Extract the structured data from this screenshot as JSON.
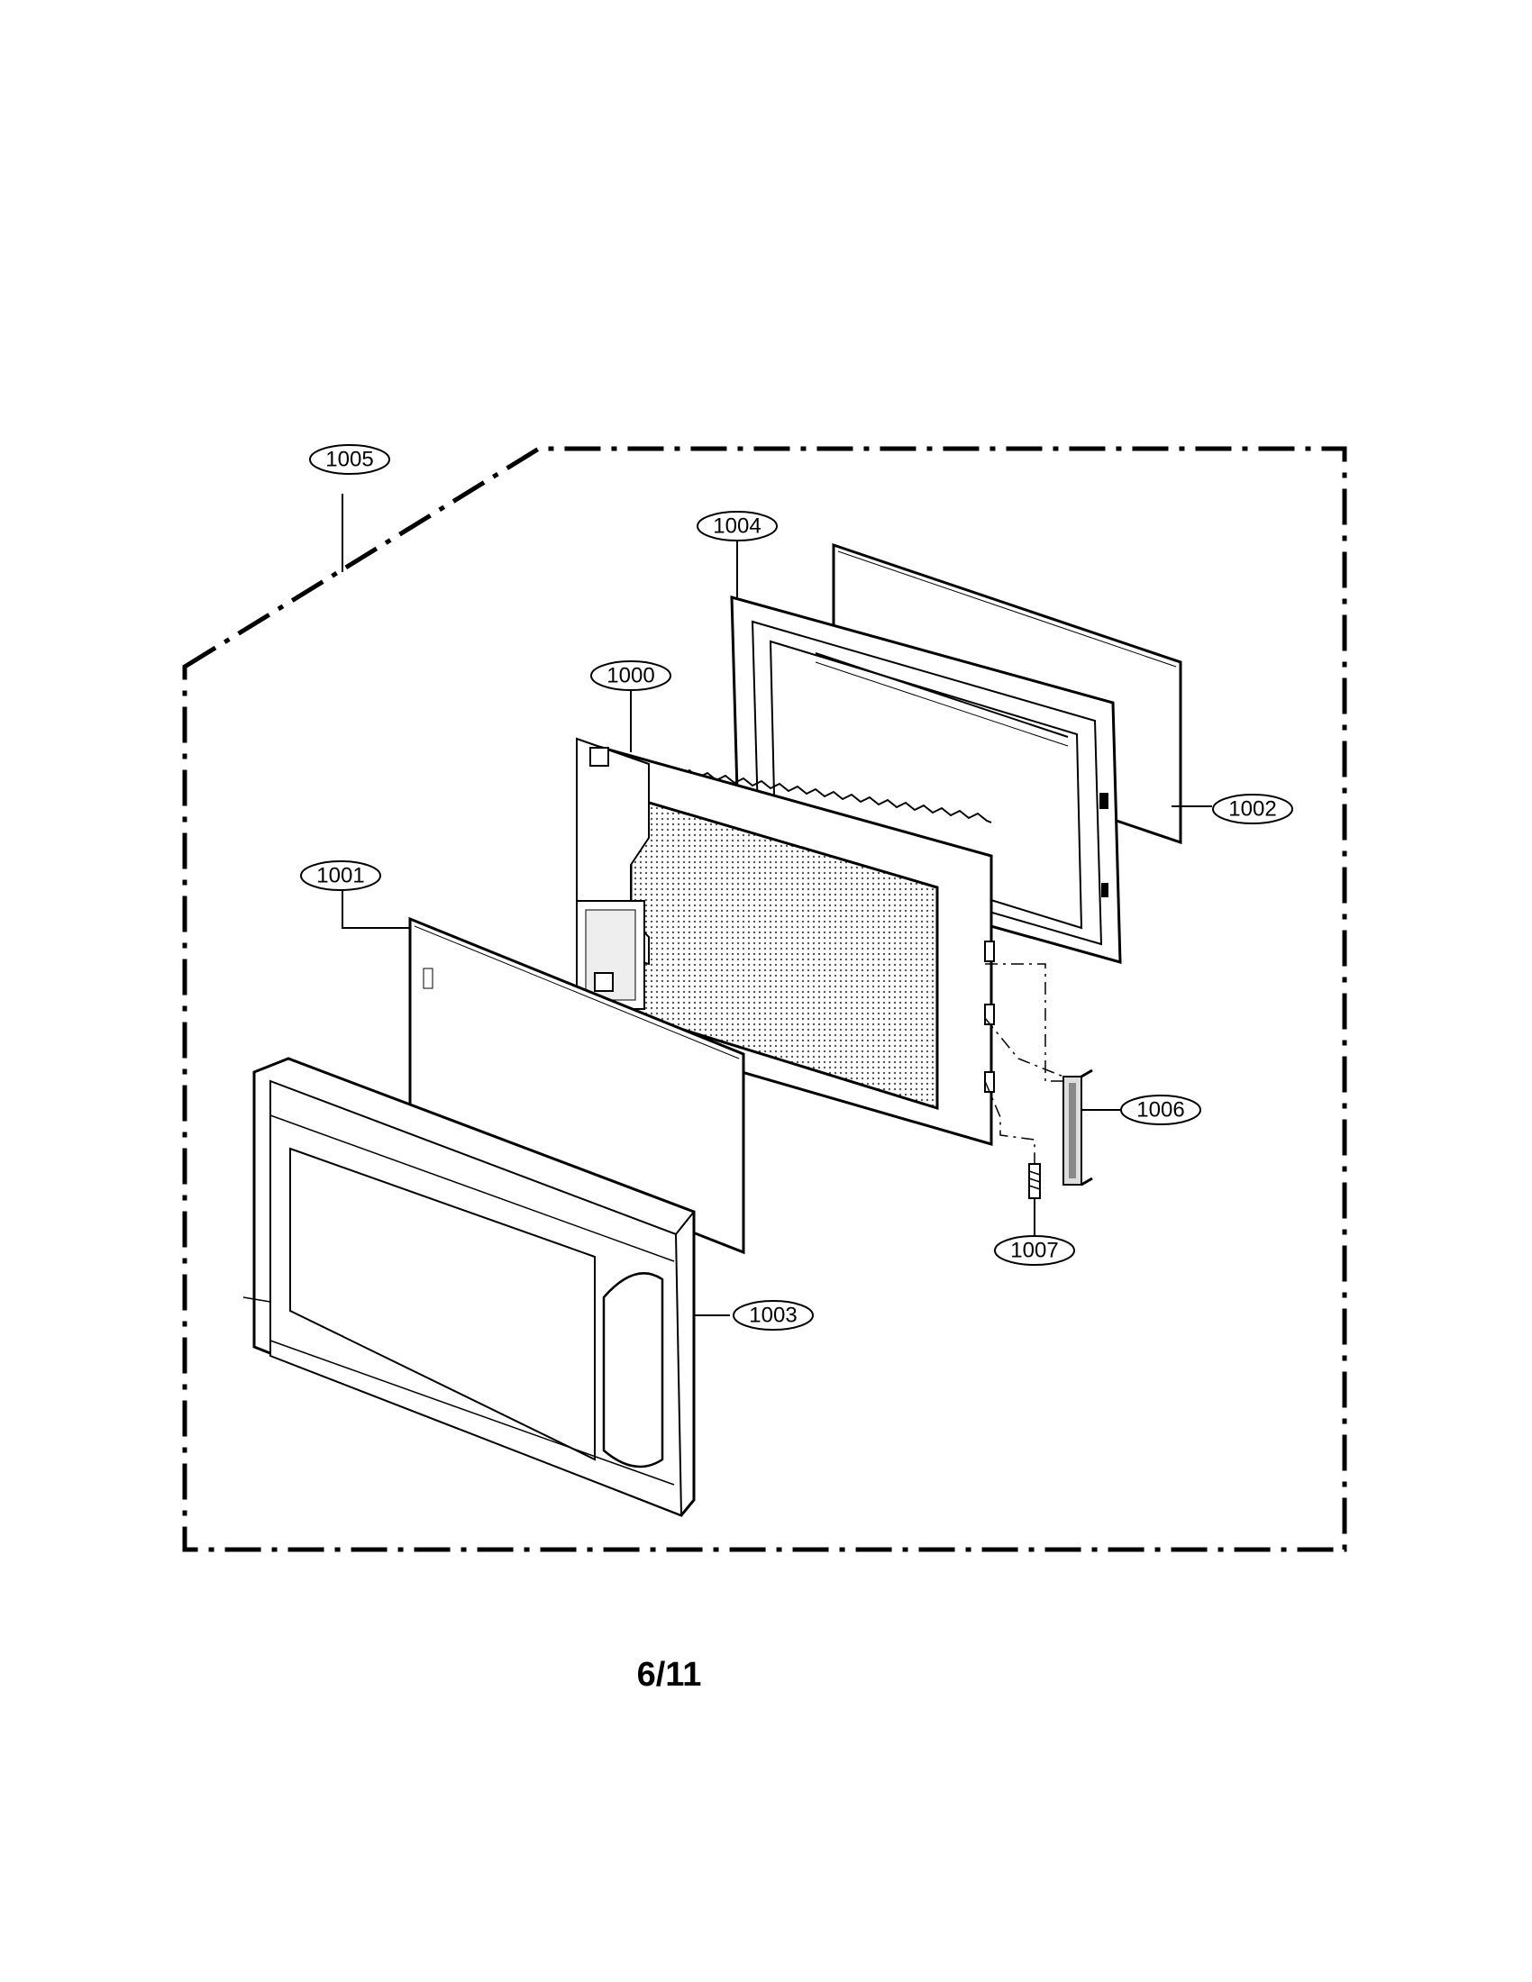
{
  "diagram": {
    "part_labels": {
      "p1000": "1000",
      "p1001": "1001",
      "p1002": "1002",
      "p1003": "1003",
      "p1004": "1004",
      "p1005": "1005",
      "p1006": "1006",
      "p1007": "1007"
    },
    "page_number": "6/11"
  }
}
